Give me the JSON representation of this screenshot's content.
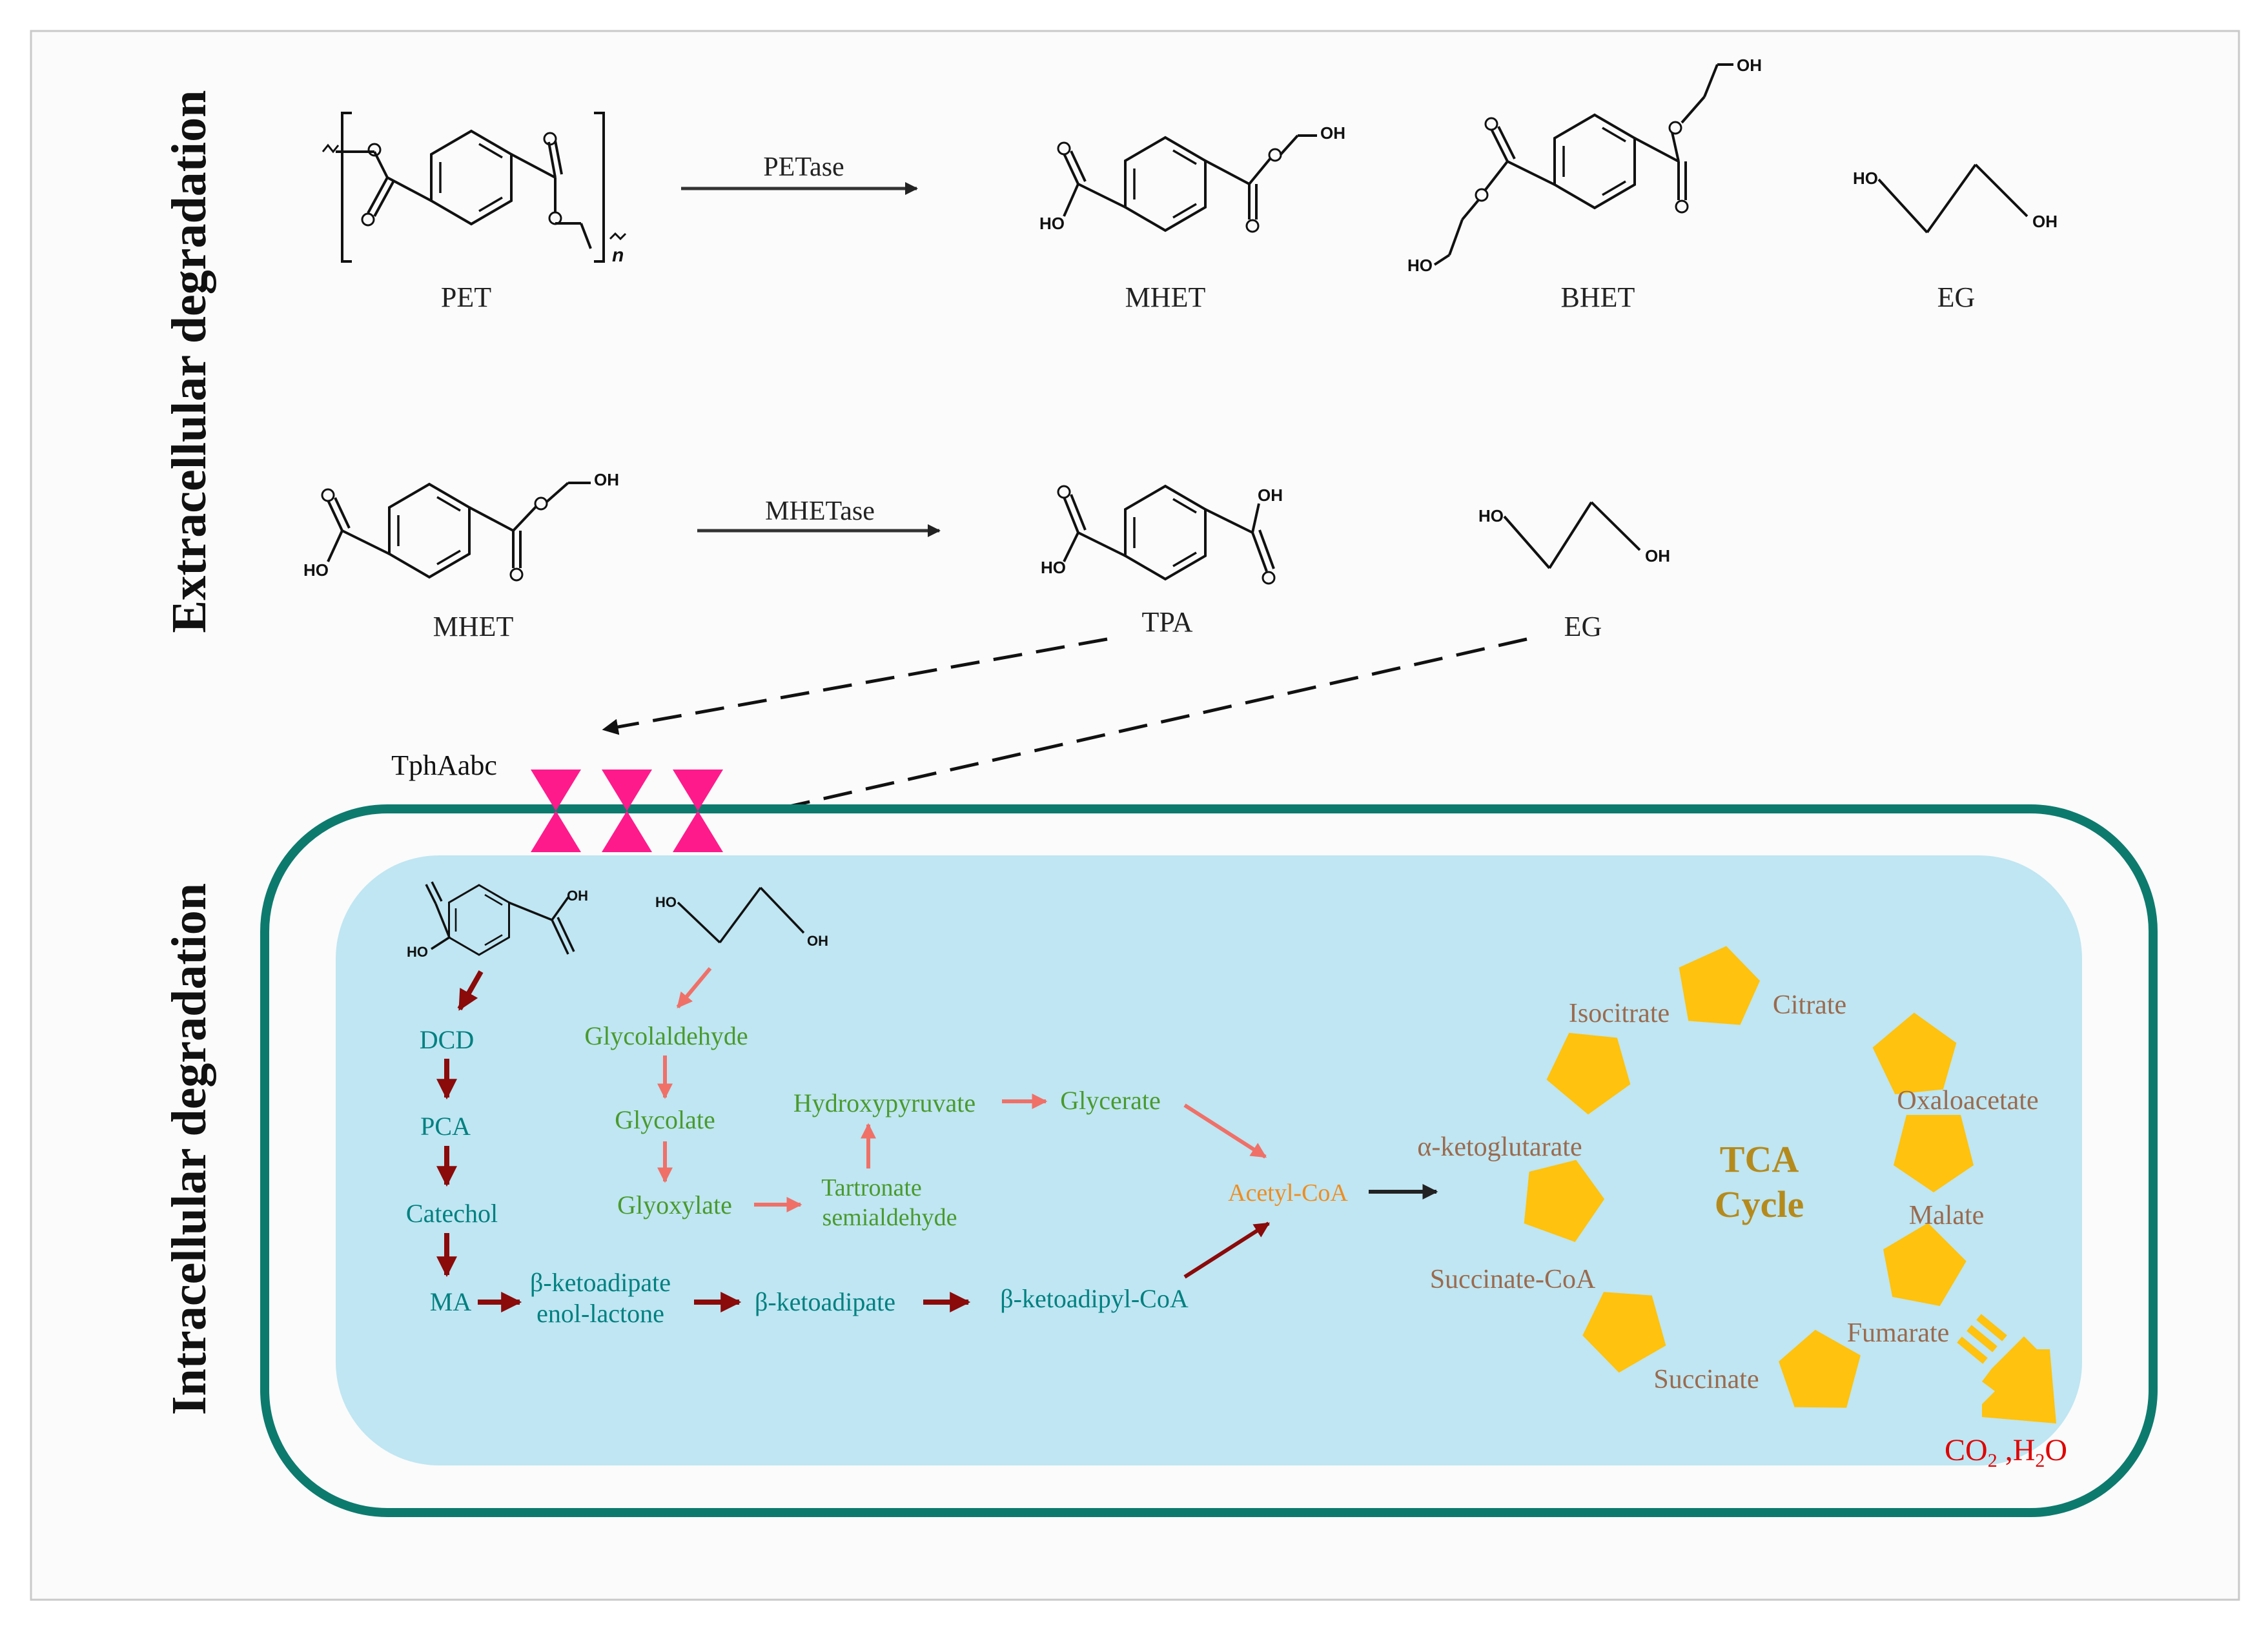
{
  "section_labels": {
    "extracellular": "Extracellular degradation",
    "intracellular": "Intracellular degradation"
  },
  "compounds": {
    "pet": "PET",
    "mhet_top": "MHET",
    "bhet": "BHET",
    "eg_top": "EG",
    "mhet_mid": "MHET",
    "tpa": "TPA",
    "eg_mid": "EG"
  },
  "structure_text": {
    "oh": "OH",
    "ho": "HO",
    "n": "n"
  },
  "enzymes": {
    "petase": "PETase",
    "mhetase": "MHETase",
    "transporter": "TphAabc"
  },
  "tpa_pathway": {
    "dcd": "DCD",
    "pca": "PCA",
    "catechol": "Catechol",
    "ma": "MA",
    "ketoadipate_enol_1": "β-ketoadipate",
    "ketoadipate_enol_2": "enol-lactone",
    "ketoadipate": "β-ketoadipate",
    "ketoadipyl_coa": "β-ketoadipyl-CoA"
  },
  "eg_pathway": {
    "glycolaldehyde": "Glycolaldehyde",
    "glycolate": "Glycolate",
    "glyoxylate": "Glyoxylate",
    "tartronate_1": "Tartronate",
    "tartronate_2": "semialdehyde",
    "hydroxypyruvate": "Hydroxypyruvate",
    "glycerate": "Glycerate"
  },
  "acetyl_coa": "Acetyl-CoA",
  "tca": {
    "title_1": "TCA",
    "title_2": "Cycle",
    "citrate": "Citrate",
    "isocitrate": "Isocitrate",
    "oxaloacetate": "Oxaloacetate",
    "alpha_kg": "α-ketoglutarate",
    "malate": "Malate",
    "succinyl_coa": "Succinate-CoA",
    "fumarate": "Fumarate",
    "succinate": "Succinate"
  },
  "products": {
    "co2_a": "CO",
    "co2_b": "2",
    "co2_c": " ,H",
    "co2_d": "2",
    "co2_e": "O"
  },
  "colors": {
    "cell_wall": "#0d7a6e",
    "cytoplasm": "#bfe6f2",
    "transporter": "#ff1a8c",
    "tpa_arrow": "#8b0a0a",
    "eg_arrow": "#f07068",
    "teal_text": "#008080",
    "green_text": "#4a9a2e",
    "orange_text": "#f08c1e",
    "tca_text": "#9b6a4e",
    "tca_title": "#b58a1c",
    "tca_arrow": "#ffc20e",
    "product_red": "#e00000"
  }
}
